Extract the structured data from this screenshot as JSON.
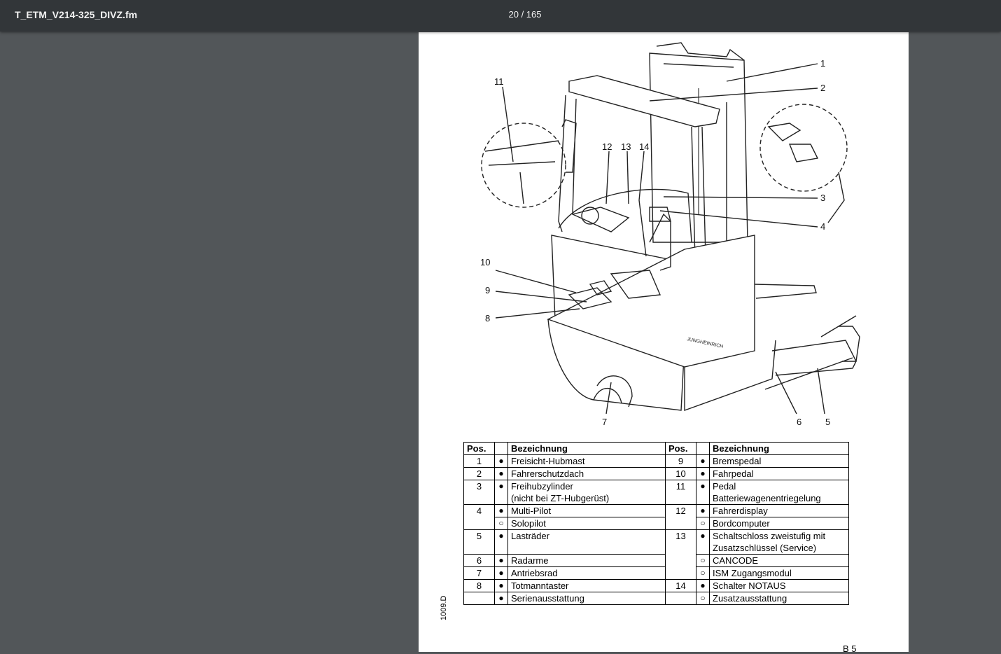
{
  "toolbar": {
    "doc_title": "T_ETM_V214-325_DIVZ.fm",
    "page_indicator": "20 / 165"
  },
  "figure": {
    "callouts": [
      "1",
      "2",
      "3",
      "4",
      "5",
      "6",
      "7",
      "8",
      "9",
      "10",
      "11",
      "12",
      "13",
      "14"
    ],
    "brand_mark": "JUNGHEINRICH"
  },
  "table": {
    "headers": {
      "pos": "Pos.",
      "name": "Bezeichnung"
    },
    "legend": {
      "standard": "Serienausstattung",
      "optional": "Zusatzausstattung"
    },
    "left": [
      {
        "pos": "1",
        "mark": "●",
        "name": "Freisicht-Hubmast"
      },
      {
        "pos": "2",
        "mark": "●",
        "name": "Fahrerschutzdach"
      },
      {
        "pos": "3",
        "mark": "●",
        "name": "Freihubzylinder",
        "name2": "(nicht bei ZT-Hubgerüst)"
      },
      {
        "pos": "4",
        "mark": "●",
        "name": "Multi-Pilot"
      },
      {
        "pos": "",
        "mark": "○",
        "name": "Solopilot"
      },
      {
        "pos": "5",
        "mark": "●",
        "name": "Lasträder"
      },
      {
        "pos": "6",
        "mark": "●",
        "name": "Radarme"
      },
      {
        "pos": "7",
        "mark": "●",
        "name": "Antriebsrad"
      },
      {
        "pos": "8",
        "mark": "●",
        "name": "Totmanntaster"
      }
    ],
    "right": [
      {
        "pos": "9",
        "mark": "●",
        "name": "Bremspedal"
      },
      {
        "pos": "10",
        "mark": "●",
        "name": "Fahrpedal"
      },
      {
        "pos": "11",
        "mark": "●",
        "name": "Pedal",
        "name2": "Batteriewagenentriegelung"
      },
      {
        "pos": "12",
        "mark": "●",
        "name": "Fahrerdisplay"
      },
      {
        "pos": "",
        "mark": "○",
        "name": "Bordcomputer"
      },
      {
        "pos": "13",
        "mark": "●",
        "name": "Schaltschloss zweistufig mit",
        "name2": "Zusatzschlüssel (Service)"
      },
      {
        "pos": "",
        "mark": "○",
        "name": "CANCODE"
      },
      {
        "pos": "",
        "mark": "○",
        "name": "ISM Zugangsmodul"
      },
      {
        "pos": "14",
        "mark": "●",
        "name": "Schalter NOTAUS"
      }
    ],
    "legend_marks": {
      "standard": "●",
      "optional": "○"
    }
  },
  "page": {
    "doc_code": "1009.D",
    "footer": "B 5"
  }
}
